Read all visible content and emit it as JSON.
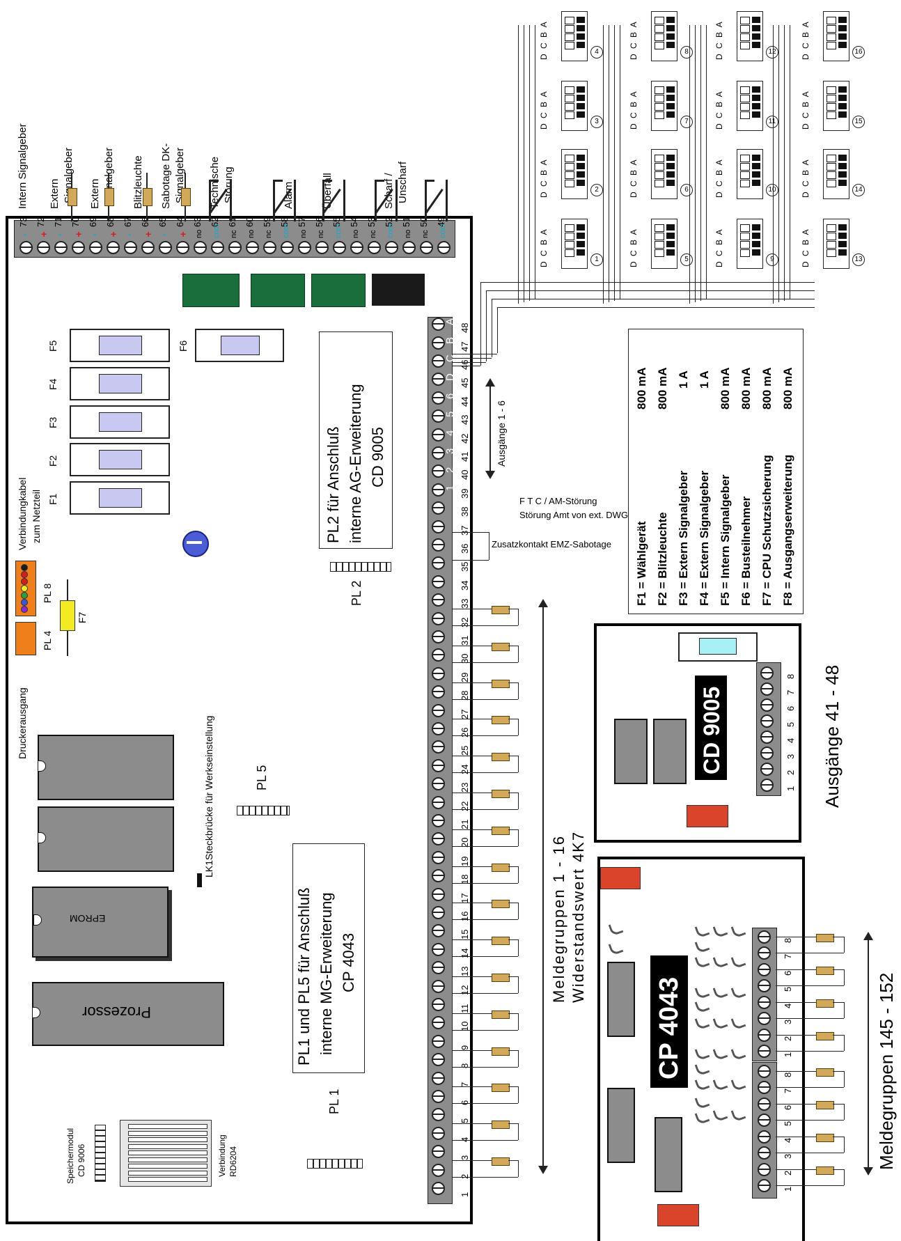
{
  "main_board": {
    "chips": {
      "eprom": "EPROM",
      "prozessor": "Prozessor"
    },
    "connectors": {
      "pl1": "PL 1",
      "pl2": "PL 2",
      "pl4": "PL 4",
      "pl5": "PL 5",
      "pl8": "PL 8",
      "f7": "F7"
    },
    "fuses": [
      "F1",
      "F2",
      "F3",
      "F4",
      "F5",
      "F6"
    ],
    "labels": {
      "druckerausgang": "Druckerausgang",
      "speichermodul_1": "Speichermodul",
      "speichermodul_2": "CD 9006",
      "verbindung_1": "Verbindung",
      "verbindung_2": "RD6204",
      "verbindungskabel_1": "Verbindungkabel",
      "verbindungskabel_2": "zum Netzteil",
      "lk1": "LK1Steckbrücke für Werkseinstellung",
      "pl1_pl5_l1": "PL1 und PL5 für Anschluß",
      "pl1_pl5_l2": "interne MG-Erweiterung",
      "pl1_pl5_l3": "CP 4043",
      "pl2_l1": "PL2 für Anschluß",
      "pl2_l2": "interne AG-Erweiterung",
      "pl2_l3": "CD 9005"
    }
  },
  "top_terminals": {
    "numbers": [
      "73",
      "72",
      "71",
      "70",
      "69",
      "68",
      "67",
      "66",
      "65",
      "64",
      "63",
      "62",
      "61",
      "60",
      "59",
      "58",
      "57",
      "56",
      "55",
      "54",
      "53",
      "52",
      "51",
      "50",
      "49"
    ],
    "polarity": [
      "-",
      "+",
      "-",
      "+",
      "-",
      "+",
      "-",
      "+",
      "-",
      "+"
    ],
    "relay_contacts": [
      "no",
      "com",
      "nc",
      "no",
      "nc",
      "com",
      "no",
      "nc",
      "com",
      "no",
      "nc",
      "com",
      "no",
      "nc",
      "com"
    ],
    "output_labels": [
      {
        "l1": "Intern Signalgeber",
        "l2": ""
      },
      {
        "l1": "Extern",
        "l2": "Signalgeber"
      },
      {
        "l1": "Extern",
        "l2": "Signalgeber"
      },
      {
        "l1": "Blitzleuchte",
        "l2": ""
      },
      {
        "l1": "Sabotage DK-",
        "l2": "Signalgeber"
      },
      {
        "l1": "Technische",
        "l2": "Störung"
      },
      {
        "l1": "Alarm",
        "l2": ""
      },
      {
        "l1": "Überfall",
        "l2": ""
      },
      {
        "l1": "Scharf /",
        "l2": "Unscharf"
      }
    ]
  },
  "right_terminals": {
    "numbers": [
      "1",
      "2",
      "3",
      "4",
      "5",
      "6",
      "7",
      "8",
      "9",
      "10",
      "11",
      "12",
      "13",
      "14",
      "15",
      "16",
      "17",
      "18",
      "19",
      "20",
      "21",
      "22",
      "23",
      "24",
      "25",
      "26",
      "27",
      "28",
      "29",
      "30",
      "31",
      "32",
      "33",
      "34",
      "35",
      "36",
      "37",
      "38",
      "39",
      "40",
      "41",
      "42",
      "43",
      "44",
      "45",
      "46",
      "47",
      "48"
    ],
    "ag_labels": [
      "1",
      "2",
      "3",
      "4",
      "5",
      "6",
      "D",
      "C",
      "B",
      "A"
    ],
    "ausgaenge": "Ausgänge 1 - 6",
    "ftc_1": "F T C / AM-Störung",
    "ftc_2": "Störung Amt von ext. DWG",
    "zusatz": "Zusatzkontakt EMZ-Sabotage",
    "meldegruppen_1": "Meldegruppen  1  -  16",
    "meldegruppen_2": "Widerstandswert 4K7"
  },
  "fuse_legend": [
    {
      "name": "F1 = Wählgerät",
      "value": "800 mA"
    },
    {
      "name": "F2 = Blitzleuchte",
      "value": "800 mA"
    },
    {
      "name": "F3 = Extern Signalgeber",
      "value": "1 A"
    },
    {
      "name": "F4 = Extern Signalgeber",
      "value": "1 A"
    },
    {
      "name": "F5 = Intern Signalgeber",
      "value": "800 mA"
    },
    {
      "name": "F6 = Busteilnehmer",
      "value": "800 mA"
    },
    {
      "name": "F7 = CPU Schutzsicherung",
      "value": "800 mA"
    },
    {
      "name": "F8 = Ausgangserweiterung",
      "value": "800 mA"
    }
  ],
  "dip_modules": {
    "letters": "D C B A",
    "numbers": [
      "1",
      "2",
      "3",
      "4",
      "5",
      "6",
      "7",
      "8",
      "9",
      "10",
      "11",
      "12",
      "13",
      "14",
      "15",
      "16"
    ]
  },
  "cd9005": {
    "title": "CD 9005",
    "numbers": [
      "1",
      "2",
      "3",
      "4",
      "5",
      "6",
      "7",
      "8"
    ],
    "caption": "Ausgänge 41 - 48"
  },
  "cp4043": {
    "title": "CP 4043",
    "numbers_a": [
      "1",
      "2",
      "3",
      "4",
      "5",
      "6",
      "7",
      "8"
    ],
    "numbers_b": [
      "1",
      "2",
      "3",
      "4",
      "5",
      "6",
      "7",
      "8"
    ],
    "caption": "Meldegruppen 145 - 152"
  }
}
